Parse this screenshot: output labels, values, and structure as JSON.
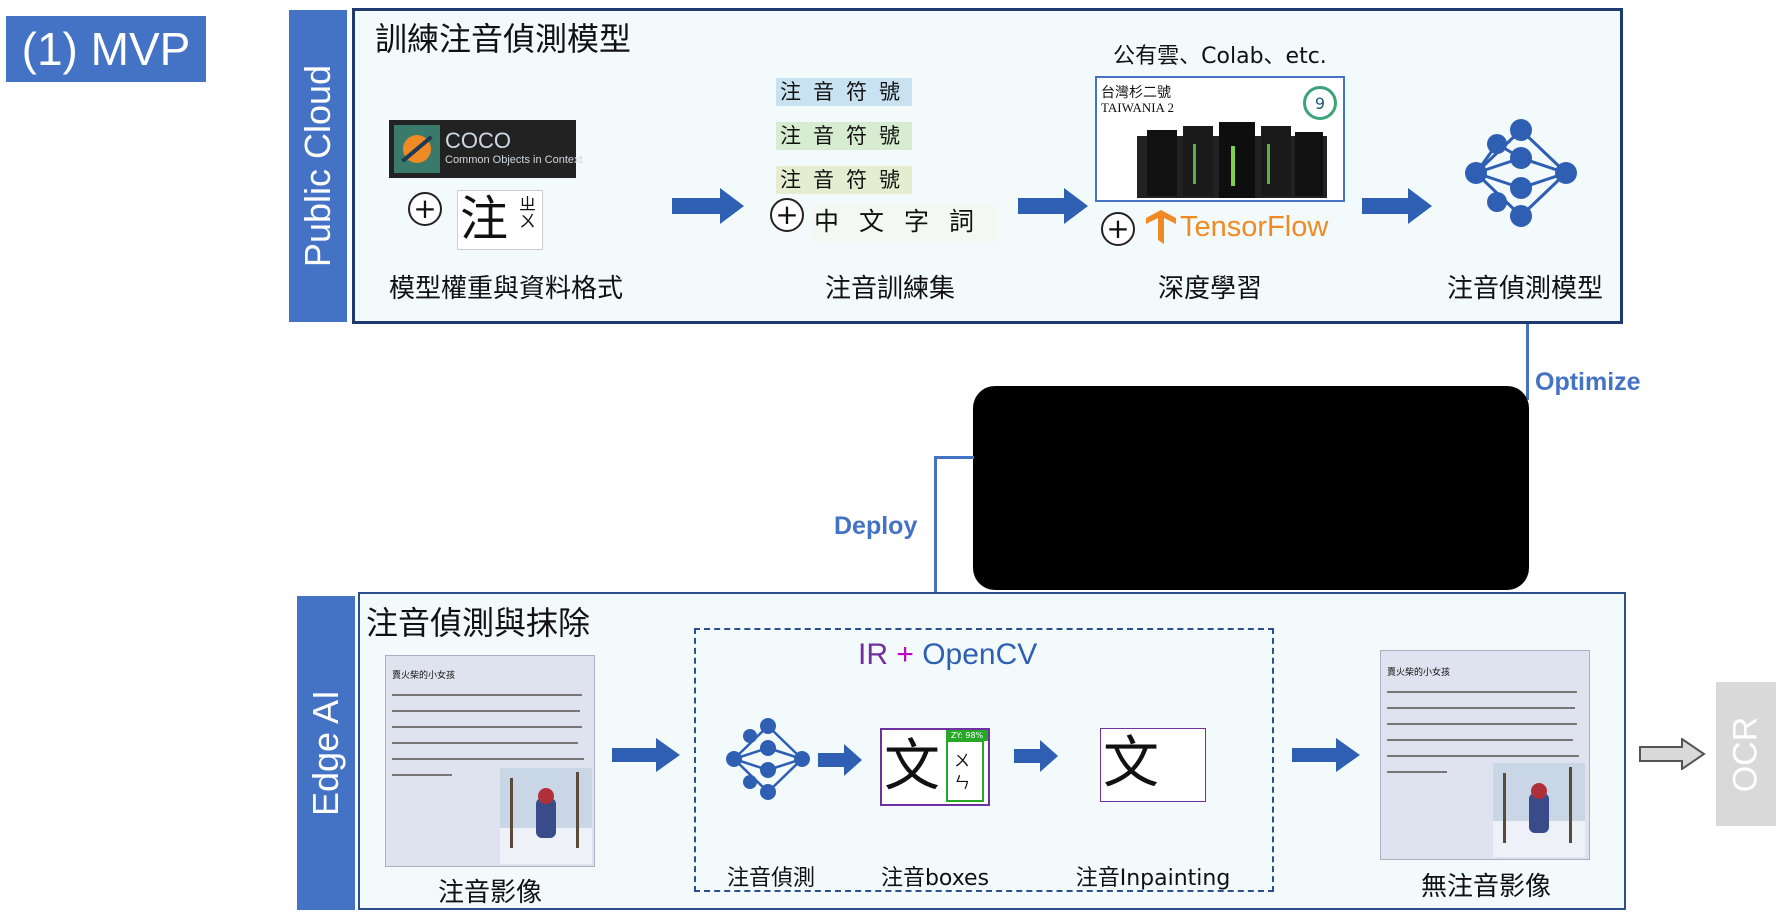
{
  "badge": "(1) MVP",
  "cloud": {
    "tab_label": "Public Cloud",
    "title": "訓練注音偵測模型",
    "cloud_text": "公有雲、Colab、etc.",
    "coco": {
      "name": "COCO",
      "subtitle": "Common Objects in Context"
    },
    "zhuyin_char": "注",
    "zhuyin_marks": "ㄓㄨ",
    "train_rows": [
      "注音符號",
      "注音符號",
      "注音符號"
    ],
    "train_sample": "中文字詞",
    "taiwania": {
      "name": "TAIWANIA 2",
      "calligraphy": "台灣杉二號",
      "rank": "9"
    },
    "tensorflow": "TensorFlow",
    "steps": [
      "模型權重與資料格式",
      "注音訓練集",
      "深度學習",
      "注音偵測模型"
    ]
  },
  "middle": {
    "optimize": "Optimize",
    "deploy": "Deploy"
  },
  "edge": {
    "tab_label": "Edge AI",
    "title": "注音偵測與抹除",
    "ir": "IR",
    "plus": "+",
    "opencv": "OpenCV",
    "box_char": "文",
    "box_tag": "ZY: 98%",
    "box_marks": "ㄨㄣ",
    "doc_title": "賣火柴的小女孩",
    "steps": [
      "注音影像",
      "注音偵測",
      "注音boxes",
      "注音Inpainting",
      "無注音影像"
    ],
    "ocr": "OCR"
  },
  "colors": {
    "blue": "#4472c4",
    "arrow": "#2f5fb3",
    "panel_border": "#1f3a6f",
    "bg_panel": "#f2fafc",
    "ir_purple": "#7030a0"
  }
}
